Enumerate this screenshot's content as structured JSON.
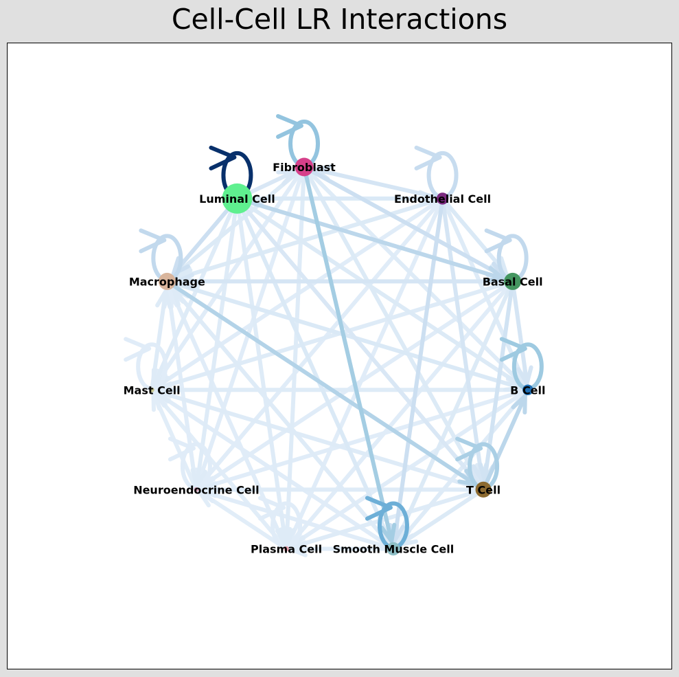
{
  "title": "Cell-Cell LR Interactions",
  "chart_data": {
    "type": "network",
    "layout": "circular",
    "title": "Cell-Cell LR Interactions",
    "edge_colormap": "Blues",
    "nodes": [
      {
        "id": "Fibroblast",
        "label": "Fibroblast",
        "color": "#d6408a",
        "size": 0.55
      },
      {
        "id": "Endothelial Cell",
        "label": "Endothelial Cell",
        "color": "#7b2a7f",
        "size": 0.3
      },
      {
        "id": "Basal Cell",
        "label": "Basal Cell",
        "color": "#459660",
        "size": 0.5
      },
      {
        "id": "B Cell",
        "label": "B Cell",
        "color": "#1f6fb4",
        "size": 0.25
      },
      {
        "id": "T Cell",
        "label": "T Cell",
        "color": "#8c6a30",
        "size": 0.45
      },
      {
        "id": "Smooth Muscle Cell",
        "label": "Smooth Muscle Cell",
        "color": "#8fc0c7",
        "size": 0.35
      },
      {
        "id": "Plasma Cell",
        "label": "Plasma Cell",
        "color": "#e9a0ad",
        "size": 0.04
      },
      {
        "id": "Neuroendocrine Cell",
        "label": "Neuroendocrine Cell",
        "color": "#d9a4b8",
        "size": 0.03
      },
      {
        "id": "Mast Cell",
        "label": "Mast Cell",
        "color": "#c8c890",
        "size": 0.03
      },
      {
        "id": "Macrophage",
        "label": "Macrophage",
        "color": "#d9b59c",
        "size": 0.5
      },
      {
        "id": "Luminal Cell",
        "label": "Luminal Cell",
        "color": "#5ff08f",
        "size": 1.0
      }
    ],
    "self_loops": [
      {
        "node": "Luminal Cell",
        "weight": 1.0
      },
      {
        "node": "Fibroblast",
        "weight": 0.35
      },
      {
        "node": "Endothelial Cell",
        "weight": 0.18
      },
      {
        "node": "Basal Cell",
        "weight": 0.2
      },
      {
        "node": "Macrophage",
        "weight": 0.2
      },
      {
        "node": "B Cell",
        "weight": 0.32
      },
      {
        "node": "T Cell",
        "weight": 0.28
      },
      {
        "node": "Smooth Muscle Cell",
        "weight": 0.45
      },
      {
        "node": "Mast Cell",
        "weight": 0.04
      },
      {
        "node": "Neuroendocrine Cell",
        "weight": 0.04
      },
      {
        "node": "Plasma Cell",
        "weight": 0.04
      }
    ],
    "edges": [
      {
        "source": "Fibroblast",
        "target": "Smooth Muscle Cell",
        "weight": 0.3
      },
      {
        "source": "Macrophage",
        "target": "T Cell",
        "weight": 0.25
      },
      {
        "source": "Luminal Cell",
        "target": "Basal Cell",
        "weight": 0.22
      },
      {
        "source": "T Cell",
        "target": "B Cell",
        "weight": 0.22
      },
      {
        "source": "Endothelial Cell",
        "target": "Smooth Muscle Cell",
        "weight": 0.15
      },
      {
        "source": "Fibroblast",
        "target": "Basal Cell",
        "weight": 0.15
      },
      {
        "source": "Luminal Cell",
        "target": "Macrophage",
        "weight": 0.15
      },
      {
        "source": "Basal Cell",
        "target": "T Cell",
        "weight": 0.12
      },
      {
        "source": "Basal Cell",
        "target": "Macrophage",
        "weight": 0.1
      },
      {
        "source": "Luminal Cell",
        "target": "Fibroblast",
        "weight": 0.08
      },
      {
        "source": "Endothelial Cell",
        "target": "Fibroblast",
        "weight": 0.1
      },
      {
        "source": "Endothelial Cell",
        "target": "T Cell",
        "weight": 0.1
      },
      {
        "source": "Basal Cell",
        "target": "B Cell",
        "weight": 0.1
      },
      {
        "source": "Macrophage",
        "target": "B Cell",
        "weight": 0.07
      },
      {
        "source": "Luminal Cell",
        "target": "T Cell",
        "weight": 0.08
      },
      {
        "source": "Luminal Cell",
        "target": "Smooth Muscle Cell",
        "weight": 0.07
      },
      {
        "source": "Luminal Cell",
        "target": "Endothelial Cell",
        "weight": 0.07
      },
      {
        "source": "Luminal Cell",
        "target": "B Cell",
        "weight": 0.06
      },
      {
        "source": "Luminal Cell",
        "target": "Plasma Cell",
        "weight": 0.05
      },
      {
        "source": "Luminal Cell",
        "target": "Mast Cell",
        "weight": 0.05
      },
      {
        "source": "Luminal Cell",
        "target": "Neuroendocrine Cell",
        "weight": 0.05
      },
      {
        "source": "Fibroblast",
        "target": "Macrophage",
        "weight": 0.06
      },
      {
        "source": "Fibroblast",
        "target": "T Cell",
        "weight": 0.06
      },
      {
        "source": "Fibroblast",
        "target": "B Cell",
        "weight": 0.05
      },
      {
        "source": "Fibroblast",
        "target": "Plasma Cell",
        "weight": 0.05
      },
      {
        "source": "Fibroblast",
        "target": "Mast Cell",
        "weight": 0.04
      },
      {
        "source": "Fibroblast",
        "target": "Neuroendocrine Cell",
        "weight": 0.04
      },
      {
        "source": "Endothelial Cell",
        "target": "Basal Cell",
        "weight": 0.07
      },
      {
        "source": "Endothelial Cell",
        "target": "B Cell",
        "weight": 0.05
      },
      {
        "source": "Endothelial Cell",
        "target": "Macrophage",
        "weight": 0.06
      },
      {
        "source": "Endothelial Cell",
        "target": "Plasma Cell",
        "weight": 0.04
      },
      {
        "source": "Endothelial Cell",
        "target": "Mast Cell",
        "weight": 0.04
      },
      {
        "source": "Endothelial Cell",
        "target": "Neuroendocrine Cell",
        "weight": 0.04
      },
      {
        "source": "Basal Cell",
        "target": "Smooth Muscle Cell",
        "weight": 0.06
      },
      {
        "source": "Basal Cell",
        "target": "Plasma Cell",
        "weight": 0.04
      },
      {
        "source": "Basal Cell",
        "target": "Mast Cell",
        "weight": 0.05
      },
      {
        "source": "Basal Cell",
        "target": "Neuroendocrine Cell",
        "weight": 0.04
      },
      {
        "source": "B Cell",
        "target": "Smooth Muscle Cell",
        "weight": 0.05
      },
      {
        "source": "B Cell",
        "target": "Plasma Cell",
        "weight": 0.04
      },
      {
        "source": "B Cell",
        "target": "Mast Cell",
        "weight": 0.05
      },
      {
        "source": "B Cell",
        "target": "Neuroendocrine Cell",
        "weight": 0.04
      },
      {
        "source": "T Cell",
        "target": "Smooth Muscle Cell",
        "weight": 0.06
      },
      {
        "source": "T Cell",
        "target": "Plasma Cell",
        "weight": 0.05
      },
      {
        "source": "T Cell",
        "target": "Mast Cell",
        "weight": 0.05
      },
      {
        "source": "T Cell",
        "target": "Neuroendocrine Cell",
        "weight": 0.05
      },
      {
        "source": "Smooth Muscle Cell",
        "target": "Plasma Cell",
        "weight": 0.04
      },
      {
        "source": "Smooth Muscle Cell",
        "target": "Mast Cell",
        "weight": 0.04
      },
      {
        "source": "Smooth Muscle Cell",
        "target": "Neuroendocrine Cell",
        "weight": 0.04
      },
      {
        "source": "Smooth Muscle Cell",
        "target": "Macrophage",
        "weight": 0.05
      },
      {
        "source": "Plasma Cell",
        "target": "Macrophage",
        "weight": 0.04
      },
      {
        "source": "Plasma Cell",
        "target": "Mast Cell",
        "weight": 0.03
      },
      {
        "source": "Plasma Cell",
        "target": "Neuroendocrine Cell",
        "weight": 0.03
      },
      {
        "source": "Neuroendocrine Cell",
        "target": "Macrophage",
        "weight": 0.04
      },
      {
        "source": "Neuroendocrine Cell",
        "target": "Mast Cell",
        "weight": 0.03
      },
      {
        "source": "Mast Cell",
        "target": "Macrophage",
        "weight": 0.05
      }
    ]
  }
}
